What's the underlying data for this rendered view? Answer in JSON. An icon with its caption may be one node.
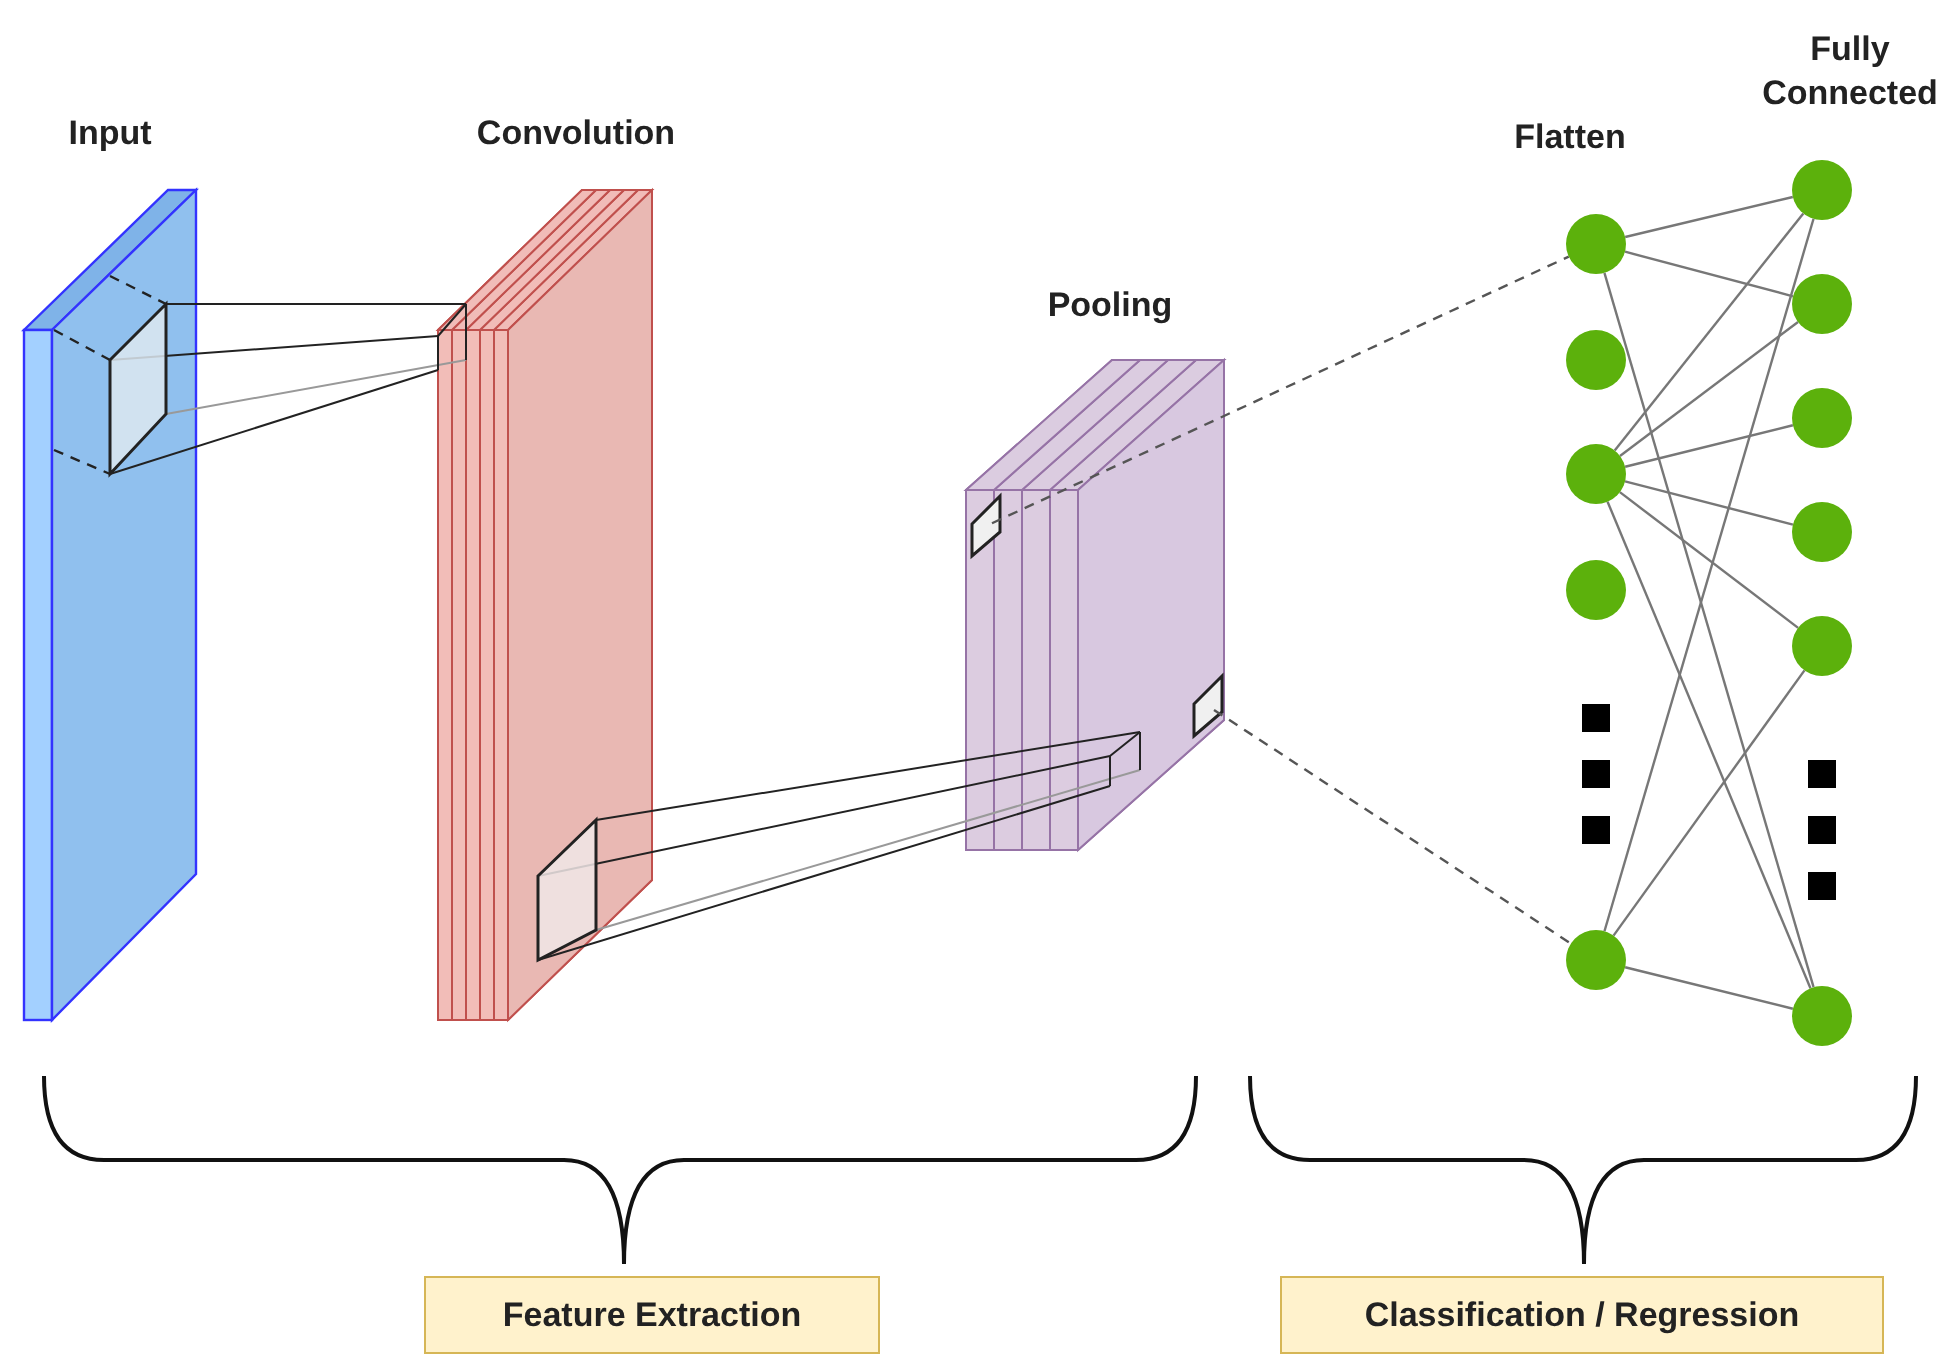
{
  "diagram": {
    "nodes": [
      {
        "text": [
          "Input"
        ]
      },
      {
        "text": [
          "Convolution"
        ]
      },
      {
        "text": [
          "Pooling"
        ]
      },
      {
        "text": [],
        "shape": "box",
        "in": 2
      },
      {
        "text": [],
        "shape": "box",
        "in": 2
      },
      {
        "text": [],
        "shape": "circle"
      },
      {
        "text": [],
        "shape": "circle"
      },
      {
        "text": [],
        "shape": "circle"
      },
      {
        "text": [],
        "shape": "circle"
      },
      {
        "text": [],
        "shape": "circle"
      },
      {
        "text": [],
        "shape": "circle"
      },
      {
        "text": [],
        "shape": "circle"
      },
      {
        "text": [],
        "shape": "circle"
      },
      {
        "text": [],
        "shape": "circle"
      },
      {
        "text": [],
        "shape": "circle"
      },
      {
        "text": [],
        "shape": "circle"
      },
      {
        "text": [
          "Feature Extraction"
        ]
      },
      {
        "text": [
          "Classification / Regression"
        ]
      }
    ],
    "edges": [
      {
        "from": 3,
        "to": 5,
        "arrow": "none",
        "style": "dashed"
      },
      {
        "from": 4,
        "to": 9,
        "arrow": "none",
        "style": "dashed"
      },
      {
        "from": 5,
        "to": 10,
        "arrow": "none"
      },
      {
        "from": 5,
        "to": 11,
        "arrow": "none"
      },
      {
        "from": 5,
        "to": 15,
        "arrow": "none"
      },
      {
        "from": 7,
        "to": 10,
        "arrow": "none"
      },
      {
        "from": 7,
        "to": 11,
        "arrow": "none"
      },
      {
        "from": 7,
        "to": 12,
        "arrow": "none"
      },
      {
        "from": 7,
        "to": 13,
        "arrow": "none"
      },
      {
        "from": 7,
        "to": 14,
        "arrow": "none"
      },
      {
        "from": 7,
        "to": 15,
        "arrow": "none"
      },
      {
        "from": 9,
        "to": 10,
        "arrow": "none"
      },
      {
        "from": 9,
        "to": 14,
        "arrow": "none"
      },
      {
        "from": 9,
        "to": 15,
        "arrow": "none"
      }
    ],
    "labels": [
      "Fully Connected",
      "Flatten"
    ]
  }
}
